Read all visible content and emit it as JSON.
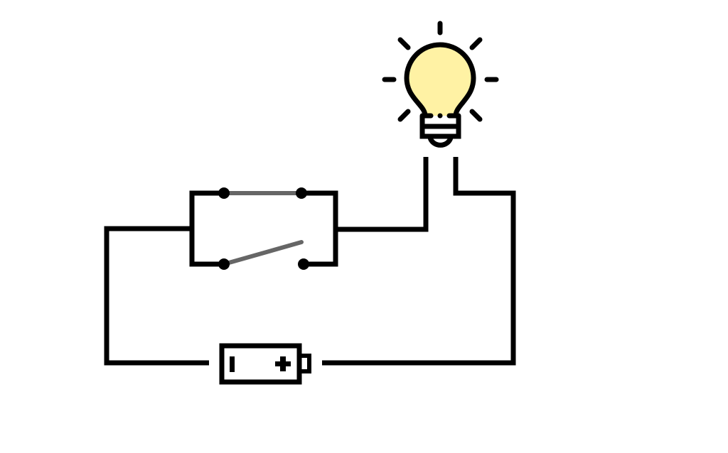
{
  "diagram": {
    "type": "circuit",
    "components": [
      "battery",
      "closed-switch",
      "open-switch",
      "light-bulb"
    ],
    "colors": {
      "wire": "#000000",
      "switch_lever": "#666666",
      "bulb_fill": "#FFF2A4",
      "background": "#FFFFFF"
    }
  }
}
